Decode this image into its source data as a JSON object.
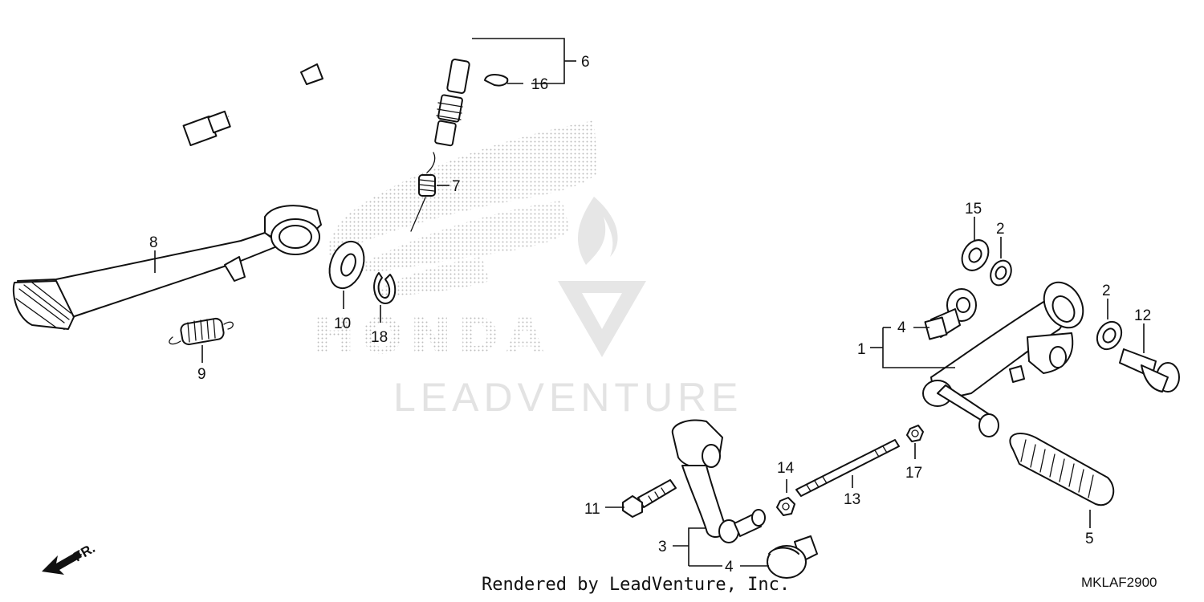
{
  "watermark": {
    "text": "LEADVENTURE"
  },
  "background_logo": {
    "text": "HONDA"
  },
  "callouts": {
    "c1": "1",
    "c2a": "2",
    "c2b": "2",
    "c3": "3",
    "c4a": "4",
    "c4b": "4",
    "c5": "5",
    "c6": "6",
    "c7": "7",
    "c8": "8",
    "c9": "9",
    "c10": "10",
    "c11": "11",
    "c12": "12",
    "c13": "13",
    "c14": "14",
    "c15": "15",
    "c16": "16",
    "c17": "17",
    "c18": "18"
  },
  "front_indicator": {
    "label": "FR."
  },
  "footer": {
    "credit": "Rendered by LeadVenture, Inc.",
    "diagram_code": "MKLAF2900"
  }
}
